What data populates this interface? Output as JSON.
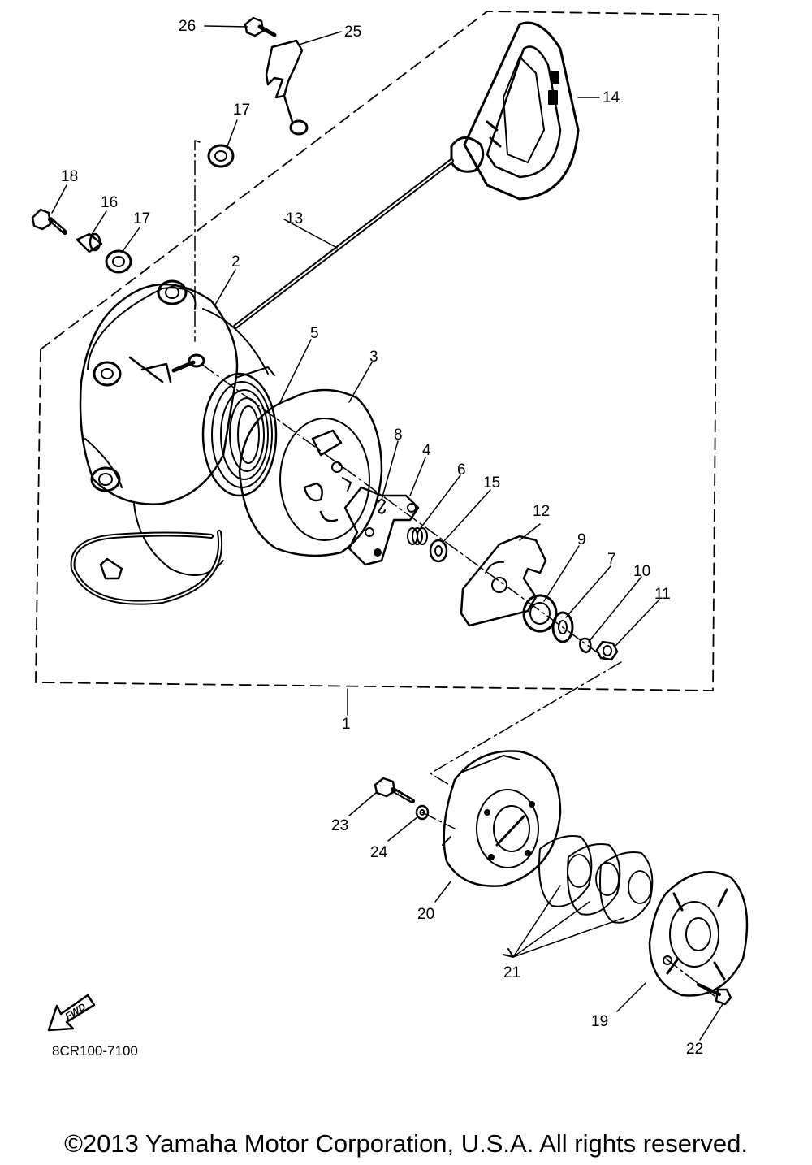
{
  "diagram": {
    "part_labels": {
      "p1": "1",
      "p2": "2",
      "p3": "3",
      "p4": "4",
      "p5": "5",
      "p6": "6",
      "p7": "7",
      "p8": "8",
      "p9": "9",
      "p10": "10",
      "p11": "11",
      "p12": "12",
      "p13": "13",
      "p14": "14",
      "p15": "15",
      "p16": "16",
      "p17a": "17",
      "p17b": "17",
      "p18": "18",
      "p19": "19",
      "p20": "20",
      "p21": "21",
      "p22": "22",
      "p23": "23",
      "p24": "24",
      "p25": "25",
      "p26": "26"
    },
    "fwd_label": "FWD",
    "diagram_code": "8CR100-7100"
  },
  "footer": {
    "copyright": "©2013 Yamaha Motor Corporation, U.S.A. All rights reserved."
  }
}
